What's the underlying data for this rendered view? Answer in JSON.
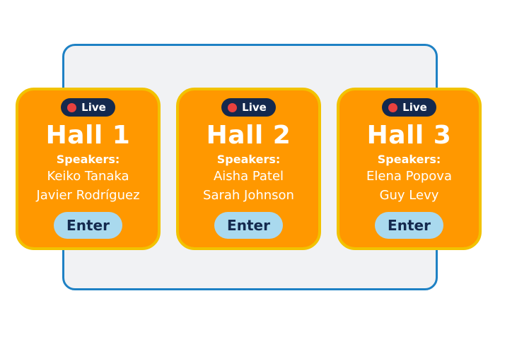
{
  "colors": {
    "page-bg": "#ffffff",
    "panel-bg": "#f1f2f4",
    "panel-border": "#1e81c4",
    "card-bg": "#ff9800",
    "card-border": "#f2c200",
    "badge-bg": "#14294e",
    "badge-text": "#ffffff",
    "live-dot": "#e8413e",
    "card-text": "#ffffff",
    "enter-bg": "#a9d9ee",
    "enter-text": "#14294e"
  },
  "halls": [
    {
      "live_label": "Live",
      "title": "Hall 1",
      "speakers_label": "Speakers:",
      "speakers": [
        "Keiko Tanaka",
        "Javier Rodríguez"
      ],
      "enter_label": "Enter"
    },
    {
      "live_label": "Live",
      "title": "Hall 2",
      "speakers_label": "Speakers:",
      "speakers": [
        "Aisha Patel",
        "Sarah Johnson"
      ],
      "enter_label": "Enter"
    },
    {
      "live_label": "Live",
      "title": "Hall 3",
      "speakers_label": "Speakers:",
      "speakers": [
        "Elena Popova",
        "Guy Levy"
      ],
      "enter_label": "Enter"
    }
  ]
}
